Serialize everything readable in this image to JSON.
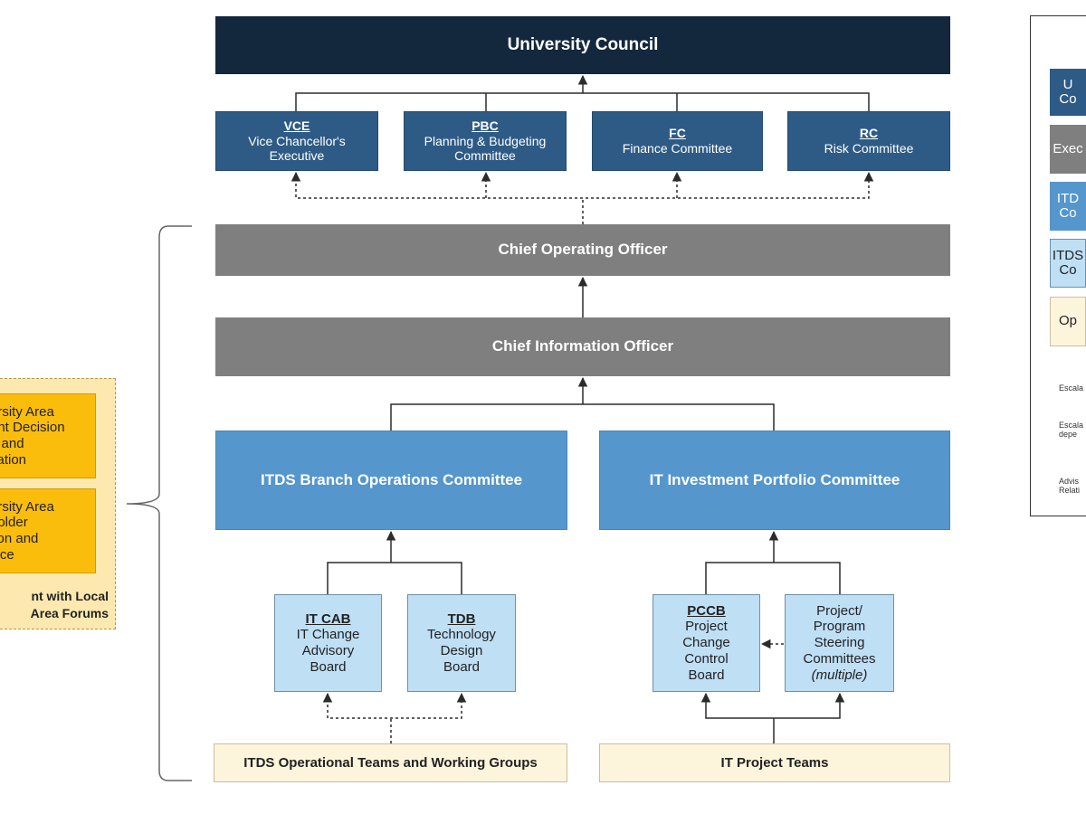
{
  "colors": {
    "navy": "#13283d",
    "steel_blue": "#2e5b85",
    "grey": "#7f7f7f",
    "mid_blue": "#5596cc",
    "light_blue": "#bfdff5",
    "cream": "#fdf4dc",
    "amber": "#fbbd0c",
    "line": "#2b2b2b"
  },
  "council": {
    "label": "University Council"
  },
  "committees": {
    "vce": {
      "abbr": "VCE",
      "l1": "Vice Chancellor's",
      "l2": "Executive"
    },
    "pbc": {
      "abbr": "PBC",
      "l1": "Planning & Budgeting",
      "l2": "Committee"
    },
    "fc": {
      "abbr": "FC",
      "l1": "Finance Committee"
    },
    "rc": {
      "abbr": "RC",
      "l1": "Risk Committee"
    }
  },
  "coo": {
    "label": "Chief Operating Officer"
  },
  "cio": {
    "label": "Chief Information Officer"
  },
  "branch_ops": {
    "label": "ITDS Branch Operations Committee"
  },
  "portfolio": {
    "label": "IT Investment Portfolio Committee"
  },
  "itcab": {
    "abbr": "IT CAB",
    "l1": "IT Change",
    "l2": "Advisory",
    "l3": "Board"
  },
  "tdb": {
    "abbr": "TDB",
    "l1": "Technology",
    "l2": "Design",
    "l3": "Board"
  },
  "pccb": {
    "abbr": "PCCB",
    "l1": "Project",
    "l2": "Change",
    "l3": "Control",
    "l4": "Board"
  },
  "steering": {
    "l1": "Project/",
    "l2": "Program",
    "l3": "Steering",
    "l4": "Committees",
    "l5": "(multiple)"
  },
  "ops_teams": {
    "label": "ITDS Operational Teams and Working Groups"
  },
  "project_teams": {
    "label": "IT Project Teams"
  },
  "left_panel": {
    "box1": {
      "l1": "ersity Area",
      "l2": "ent Decision",
      "l3": "g and",
      "l4": "sation"
    },
    "box2": {
      "l1": "ersity Area",
      "l2": "holder",
      "l3": "tion and",
      "l4": "vice"
    },
    "footer": {
      "l1": "nt with Local",
      "l2": "Area Forums"
    }
  },
  "legend": {
    "item1": {
      "l1": "U",
      "l2": "Co"
    },
    "item2": {
      "l1": "Exec"
    },
    "item3": {
      "l1": "ITD",
      "l2": "Co"
    },
    "item4": {
      "l1": "ITDS",
      "l2": "Co"
    },
    "item5": {
      "l1": "Op"
    },
    "note1": "Escala",
    "note2_l1": "Escala",
    "note2_l2": "depe",
    "note3_l1": "Advis",
    "note3_l2": "Relati"
  }
}
